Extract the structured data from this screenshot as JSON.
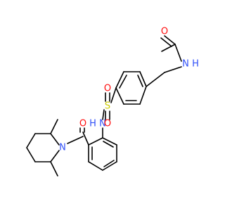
{
  "colors": {
    "bond": "#000000",
    "carbon": "#000000",
    "oxygen": "#ff0d0d",
    "nitrogen": "#3050f8",
    "sulfur": "#cccc00",
    "background": "#ffffff"
  },
  "atoms": {
    "o_acetyl": "O",
    "n_acetyl": "N",
    "h_acetyl": "H",
    "n_sulfonamide": "N",
    "h_sulfonamide": "H",
    "s": "S",
    "o_s_top": "O",
    "o_s_bottom": "O",
    "o_amide": "O",
    "n_piperidine": "N"
  }
}
